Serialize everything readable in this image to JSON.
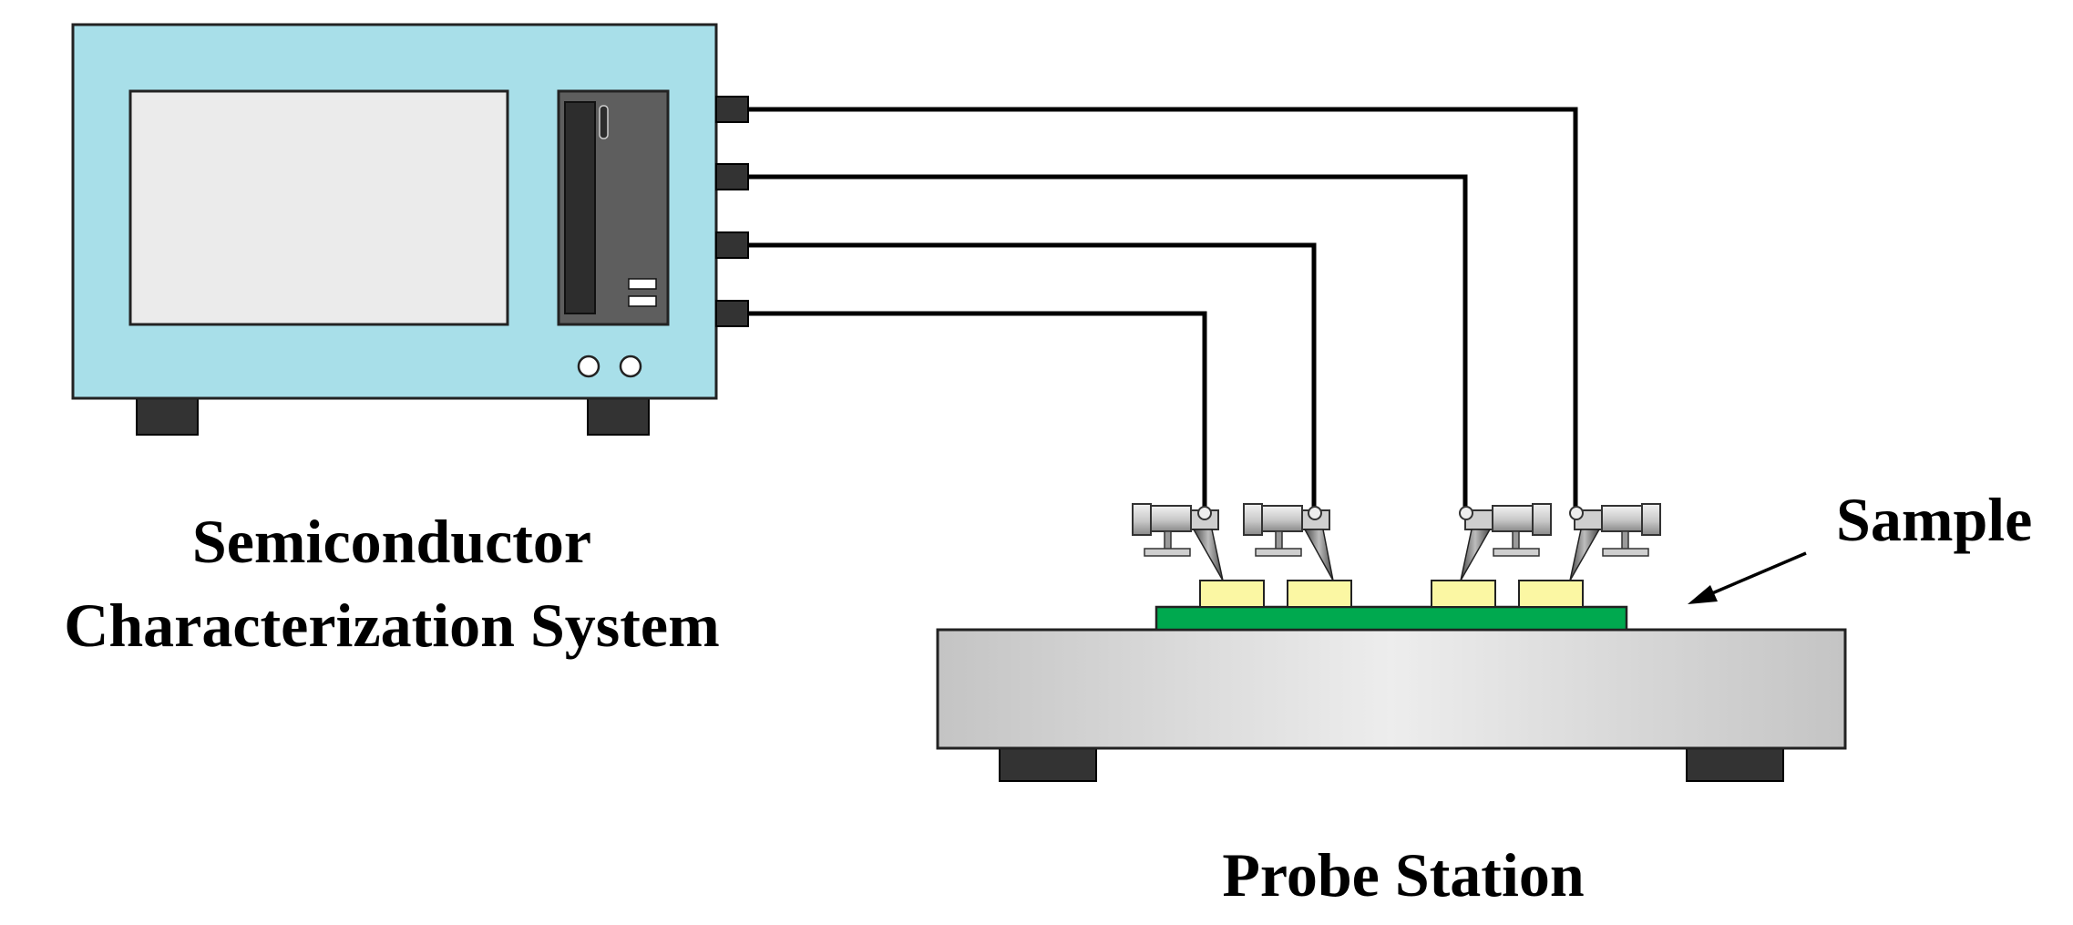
{
  "labels": {
    "instrument_line1": "Semiconductor",
    "instrument_line2": "Characterization System",
    "sample": "Sample",
    "probe_station": "Probe Station"
  },
  "colors": {
    "instrument_body": "#a8dfe9",
    "screen": "#ebebeb",
    "drive_panel": "#5e5e5e",
    "drive_slot": "#2d2d2d",
    "feet": "#333333",
    "cables": "#000000",
    "stage_light": "#ededed",
    "stage_dark": "#c4c4c4",
    "sample_board": "#00a94f",
    "contact_pads": "#fbf7a3",
    "probe_body": "#d4d4d4"
  },
  "components": {
    "connector_count": 4,
    "probe_count": 4,
    "contact_pad_count": 4
  }
}
